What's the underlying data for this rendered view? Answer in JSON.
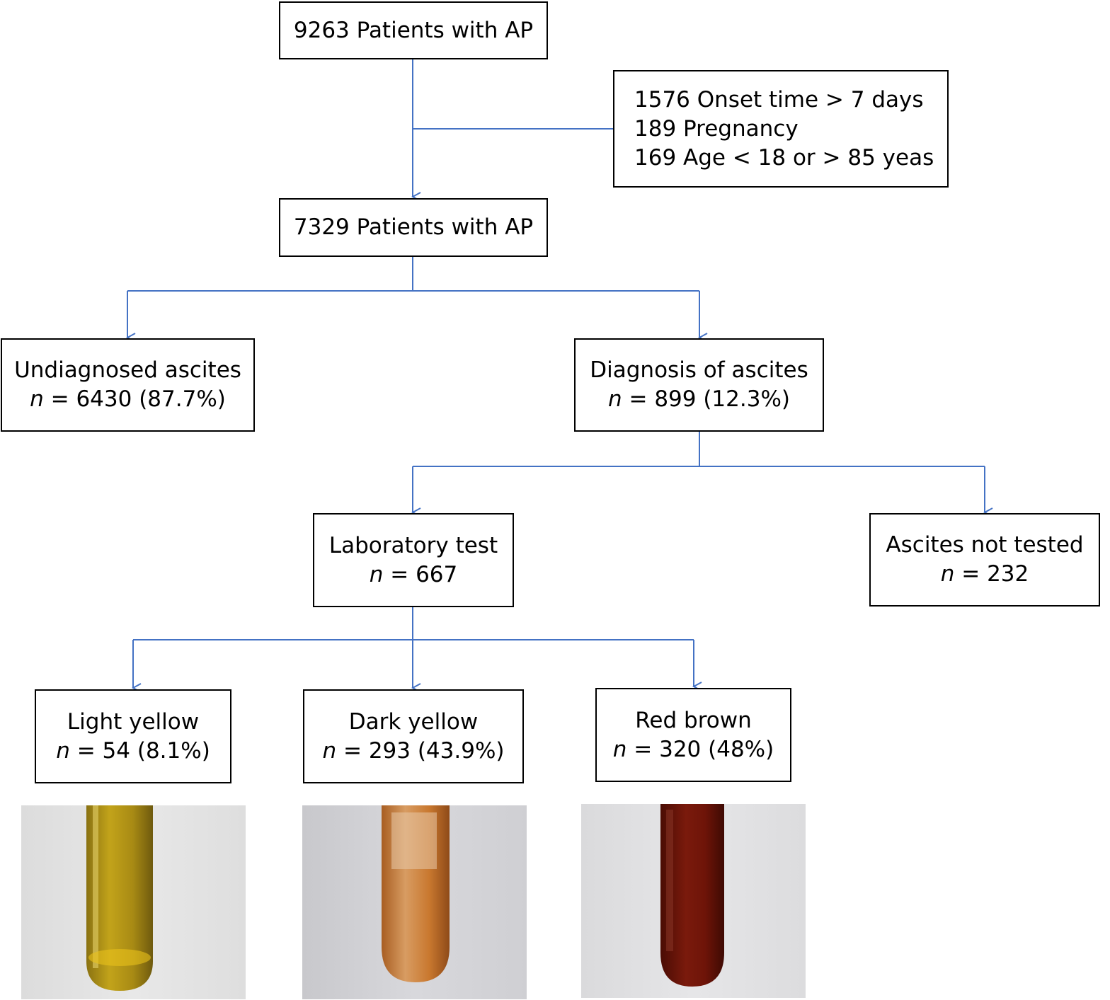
{
  "nodes": {
    "start": {
      "text": "9263 Patients with AP"
    },
    "exclusions": {
      "lines": [
        "1576 Onset time > 7 days",
        "189 Pregnancy",
        "169 Age < 18 or > 85 yeas"
      ]
    },
    "included": {
      "text": "7329 Patients with AP"
    },
    "undiagnosed": {
      "title": "Undiagnosed ascites",
      "n_symbol": "n",
      "count": "= 6430 (87.7%)"
    },
    "diagnosed": {
      "title": "Diagnosis of ascites",
      "n_symbol": "n",
      "count": "= 899 (12.3%)"
    },
    "lab_test": {
      "title": "Laboratory test",
      "n_symbol": "n",
      "count": "= 667"
    },
    "not_tested": {
      "title": "Ascites not tested",
      "n_symbol": "n",
      "count": "= 232"
    },
    "light_yellow": {
      "title": "Light yellow",
      "n_symbol": "n",
      "count": "= 54 (8.1%)"
    },
    "dark_yellow": {
      "title": "Dark yellow",
      "n_symbol": "n",
      "count": "= 293 (43.9%)"
    },
    "red_brown": {
      "title": "Red brown",
      "n_symbol": "n",
      "count": "= 320 (48%)"
    }
  },
  "colors": {
    "connector": "#4472c4",
    "light_yellow_fluid": "#b9960f",
    "dark_yellow_fluid": "#c9782f",
    "red_brown_fluid": "#6e1408"
  }
}
